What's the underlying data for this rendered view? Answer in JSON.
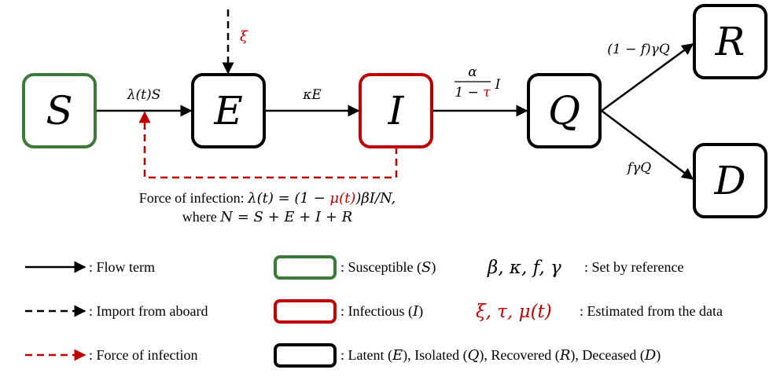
{
  "colors": {
    "black": "#000000",
    "green": "#3d7a3a",
    "red": "#c00000"
  },
  "nodes": {
    "S": "S",
    "E": "E",
    "I": "I",
    "Q": "Q",
    "R": "R",
    "D": "D"
  },
  "edges": {
    "s_to_e": "λ(t)S",
    "e_to_i": "κE",
    "i_to_q_num": "α",
    "i_to_q_den_a": "1 − ",
    "i_to_q_den_tau": "τ",
    "i_to_q_var": "I",
    "q_to_r": "(1 − f)γQ",
    "q_to_d": "fγQ",
    "import": "ξ"
  },
  "caption": {
    "line1_prefix": "Force of infection: ",
    "line1_math_a": "λ(t) = (1 − ",
    "line1_math_mu": "μ(t)",
    "line1_math_b": ")βI/N,",
    "line2_prefix": "where ",
    "line2_math": "N = S + E + I + R"
  },
  "legend": {
    "flow": ": Flow term",
    "import": ": Import from aboard",
    "force": ": Force of infection",
    "susceptible_label": ": Susceptible (",
    "susceptible_var": "S",
    "infectious_label": ": Infectious (",
    "infectious_var": "I",
    "latent_part1": ": Latent (",
    "latent_var_e": "E",
    "latent_part2": "), Isolated (",
    "latent_var_q": "Q",
    "latent_part3": "), Recovered (",
    "latent_var_r": "R",
    "latent_part4": "), Deceased (",
    "latent_var_d": "D",
    "close_paren": ")",
    "ref_params": "β, κ, f, γ",
    "ref_label": " : Set by reference",
    "est_params": "ξ, τ, μ(t)",
    "est_label": " : Estimated from the data"
  }
}
